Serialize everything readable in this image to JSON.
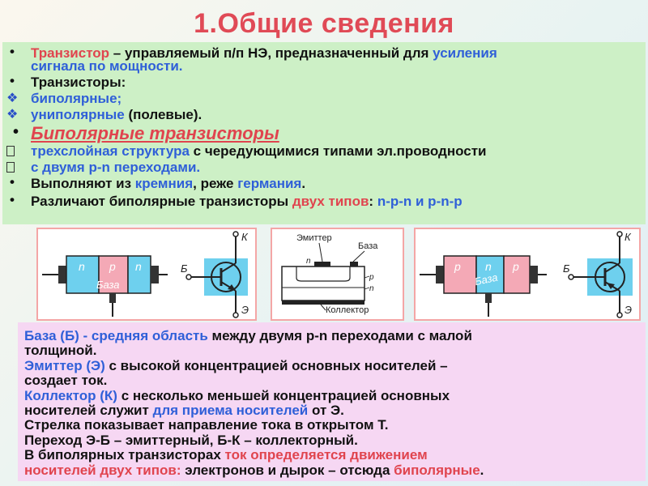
{
  "title": "1.Общие сведения",
  "intro": {
    "term": "Транзистор",
    "dash": " – управляемый п/п НЭ, предназначенный для ",
    "highlight": "усиления",
    "line2": "сигнала по мощности."
  },
  "types_heading": "Транзисторы:",
  "types": [
    "биполярные;",
    "униполярные"
  ],
  "types_suffix": " (полевые).",
  "bipolar_heading": "Биполярные транзисторы",
  "features": {
    "f1_blue": "трехслойная структура",
    "f1_black": " с чередующимися типами эл.проводности",
    "f2_blue": "с двумя p-n переходами."
  },
  "material": {
    "a": "Выполняют из ",
    "b": "кремния",
    "c": ", реже ",
    "d": "германия",
    "e": "."
  },
  "kinds": {
    "a": "Различают биполярные транзисторы ",
    "b": "двух типов",
    "c": ": ",
    "d": "n-p-n и  p-n-p"
  },
  "fig_npn": {
    "layers": [
      "n",
      "p",
      "n"
    ],
    "base_label": "База",
    "pins": {
      "collector": "К",
      "base": "Б",
      "emitter": "Э"
    }
  },
  "fig_middle": {
    "emitter": "Эмиттер",
    "base": "База",
    "collector": "Коллектор",
    "labels": [
      "n",
      "p",
      "n"
    ]
  },
  "fig_pnp": {
    "layers": [
      "p",
      "n",
      "p"
    ],
    "base_label": "База",
    "pins": {
      "collector": "К",
      "base": "Б",
      "emitter": "Э"
    }
  },
  "bottom": {
    "l1a": "База (Б) - средняя область",
    "l1b": " между двумя p-n переходами с малой",
    "l2": "толщиной.",
    "l3a": "Эмиттер (Э)",
    "l3b": " с высокой концентрацией основных носителей –",
    "l4": "создает ток.",
    "l5a": "Коллектор (К)",
    "l5b": " с несколько меньшей концентрацией основных",
    "l6a": "носителей служит ",
    "l6b": "для приема носителей",
    "l6c": " от Э.",
    "l7": "Стрелка показывает направление тока в открытом Т.",
    "l8": "Переход Э-Б – эмиттерный, Б-К – коллекторный.",
    "l9a": "В биполярных транзисторах ",
    "l9b": "ток определяется движением",
    "l10a": "носителей двух типов:",
    "l10b": " электронов и дырок – отсюда ",
    "l10c": "биполярные",
    "l10d": "."
  }
}
